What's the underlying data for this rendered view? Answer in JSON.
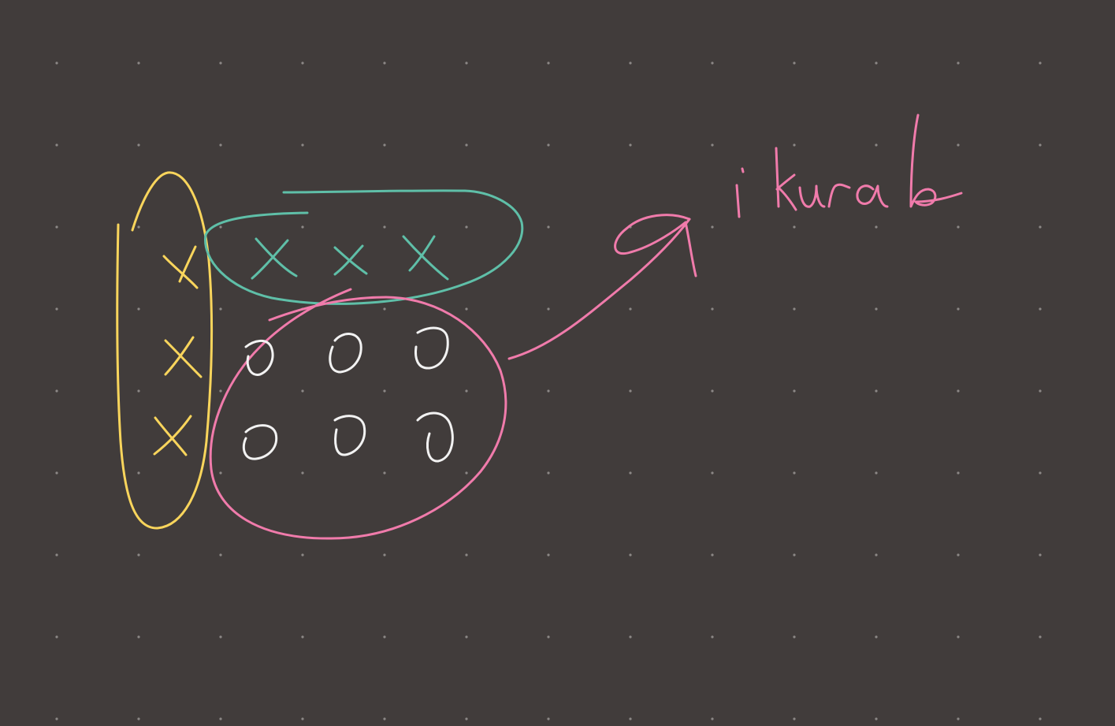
{
  "board": {
    "background_color": "#413c3b",
    "grid": "dotted"
  },
  "colors": {
    "yellow": "#f9d55c",
    "teal": "#5fbfa8",
    "pink": "#f07bab",
    "white": "#f2f2f2"
  },
  "annotation": {
    "handwritten_text": "ikurab"
  },
  "groups": {
    "row_marks": {
      "symbol": "X",
      "count": 3,
      "color": "yellow"
    },
    "column_marks": {
      "symbol": "X",
      "count": 3,
      "color": "teal"
    },
    "cells": {
      "symbol": "0",
      "count": 6,
      "color": "white"
    }
  }
}
